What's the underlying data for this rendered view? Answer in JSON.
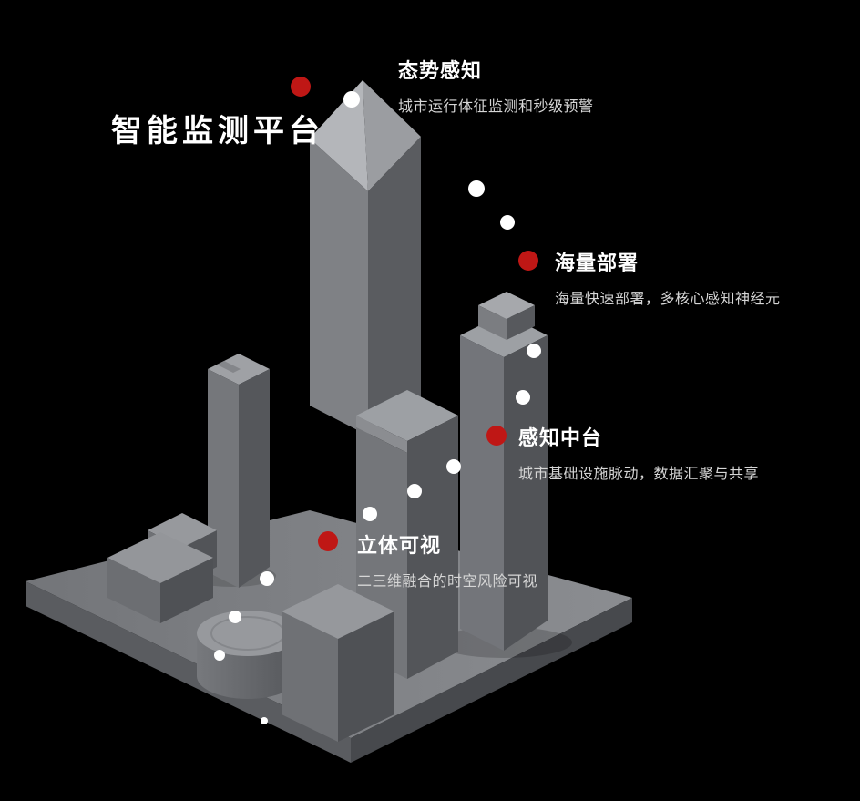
{
  "title": "智能监测平台",
  "callouts": [
    {
      "id": "situational-awareness",
      "label": "态势感知",
      "desc": "城市运行体征监测和秒级预警"
    },
    {
      "id": "mass-deployment",
      "label": "海量部署",
      "desc": "海量快速部署，多核心感知神经元"
    },
    {
      "id": "perception-platform",
      "label": "感知中台",
      "desc": "城市基础设施脉动，数据汇聚与共享"
    },
    {
      "id": "stereo-visualization",
      "label": "立体可视",
      "desc": "二三维融合的时空风险可视"
    }
  ],
  "colors": {
    "background": "#000000",
    "accent_red": "#bf1715",
    "dot_white": "#ffffff",
    "text": "#ffffff",
    "subtext": "#d6d6d6"
  }
}
